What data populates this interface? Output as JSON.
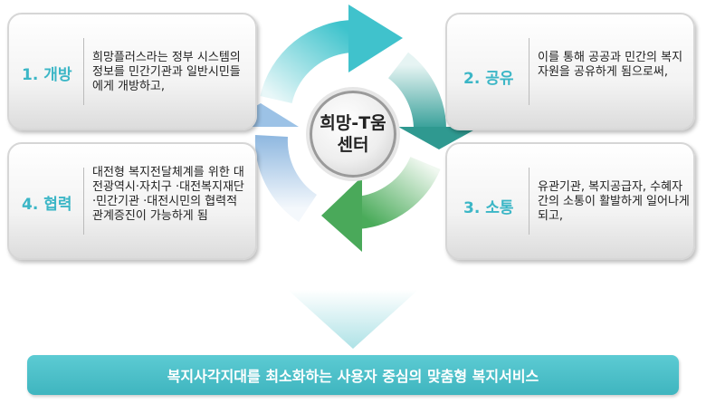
{
  "center": {
    "line1": "희망-T움",
    "line2": "센터"
  },
  "steps": [
    {
      "label": "1. 개방",
      "text": "희망플러스라는 정부 시스템의 정보를 민간기관과 일반시민들에게 개방하고,"
    },
    {
      "label": "2. 공유",
      "text": "이를 통해 공공과 민간의 복지자원을 공유하게 됨으로써,"
    },
    {
      "label": "3. 소통",
      "text": "유관기관, 복지공급자, 수혜자간의 소통이 활발하게 일어나게 되고,"
    },
    {
      "label": "4. 협력",
      "text": "대전형 복지전달체계를 위한 대전광역시·자치구 ·대전복지재단 ·민간기관 ·대전시민의 협력적 관계증진이 가능하게 됨"
    }
  ],
  "result": "복지사각지대를 최소화하는 사용자 중심의 맞춤형 복지서비스",
  "colors": {
    "accent": "#3bb6c6",
    "bar": "#4fc1c9"
  }
}
